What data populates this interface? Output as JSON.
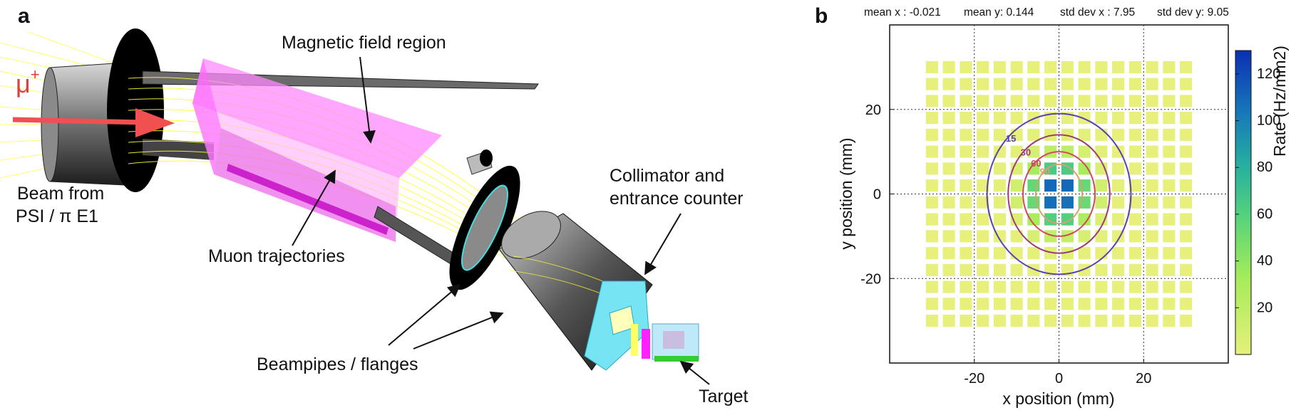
{
  "panel_a": {
    "letter": "a",
    "particle": "μ⁺",
    "labels": {
      "magnetic_field": "Magnetic field region",
      "beam_from_1": "Beam from",
      "beam_from_2": "PSI / π E1",
      "muon_trajectories": "Muon trajectories",
      "collimator_1": "Collimator and",
      "collimator_2": "entrance counter",
      "beampipes": "Beampipes / flanges",
      "target": "Target"
    },
    "colors": {
      "trajectories": "#ffff33",
      "magnet": "#ff66ff",
      "beam_arrow": "#f05050",
      "collimator": "#66ddee"
    }
  },
  "panel_b": {
    "letter": "b",
    "stats": {
      "mean_x": "mean x : -0.021",
      "mean_y": "mean y: 0.144",
      "std_x": "std dev x : 7.95",
      "std_y": "std dev y: 9.05"
    },
    "chart_data": {
      "type": "heatmap",
      "xlabel": "x position (mm)",
      "ylabel": "y position (mm)",
      "xlim": [
        -40,
        40
      ],
      "ylim": [
        -40,
        40
      ],
      "x_ticks": [
        "-20",
        "0",
        "20"
      ],
      "y_ticks": [
        "20",
        "0",
        "-20"
      ],
      "grid": true,
      "cell_pitch_mm": 4,
      "cell_range_mm": [
        -30,
        30
      ],
      "distribution": "gaussian",
      "mean": [
        -0.021,
        0.144
      ],
      "std": [
        7.95,
        9.05
      ],
      "rate_scale": 130,
      "colorbar": {
        "label": "Rate (Hz/mm2)",
        "min": 0,
        "max": 130,
        "ticks": [
          "120",
          "100",
          "80",
          "60",
          "40",
          "20"
        ],
        "colors": [
          "#e6f07a",
          "#a6ec5a",
          "#57d37a",
          "#26b0a0",
          "#1677b8",
          "#0b2fb4"
        ]
      },
      "contours": [
        {
          "level": "15",
          "color": "#5a3fb0"
        },
        {
          "level": "30",
          "color": "#9b3b7a"
        },
        {
          "level": "60",
          "color": "#d0495f"
        },
        {
          "level": "90",
          "color": "#d9a070"
        }
      ]
    }
  }
}
